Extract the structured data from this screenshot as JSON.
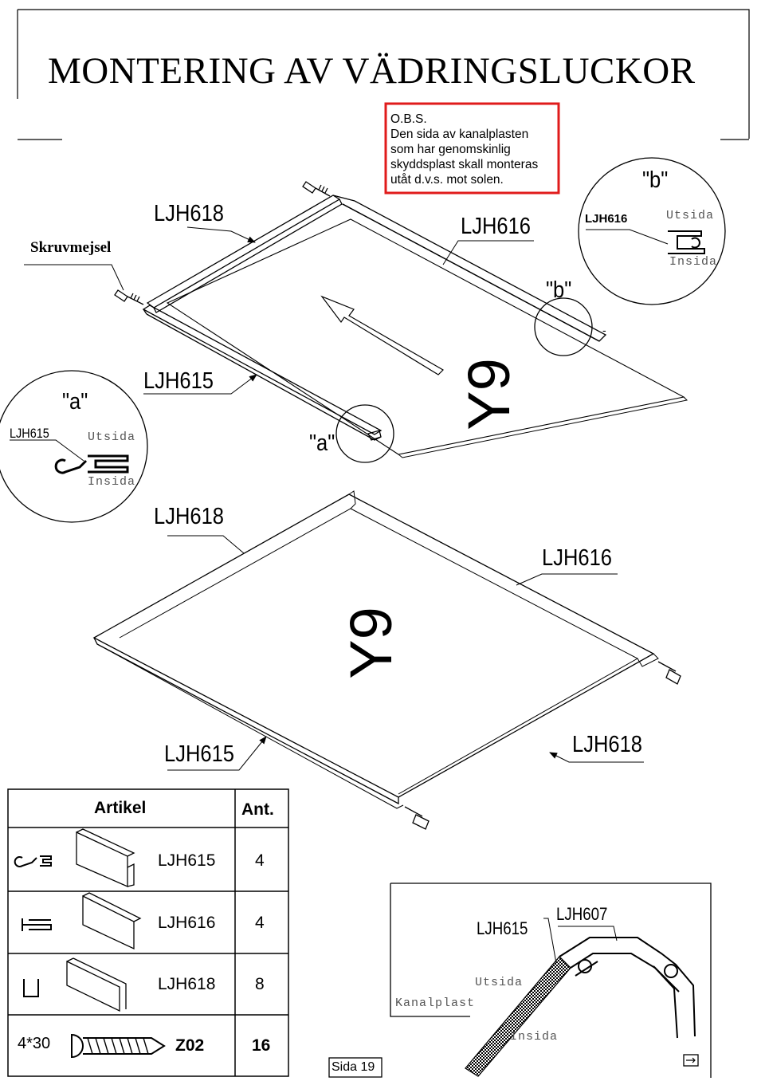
{
  "title": "MONTERING AV VÄDRINGSLUCKOR",
  "note": {
    "lines": [
      "O.B.S.",
      "Den sida av kanalplasten",
      "som har genomskinlig",
      "skyddsplast skall monteras",
      "utåt d.v.s. mot solen."
    ],
    "border_color": "#e01b1b"
  },
  "labels": {
    "skruvmejsel": "Skruvmejsel",
    "top_ljh618": "LJH618",
    "top_ljh616": "LJH616",
    "top_ljh615": "LJH615",
    "top_y9": "Y9",
    "marker_a": "\"a\"",
    "marker_b": "\"b\"",
    "bottom_ljh618_left": "LJH618",
    "bottom_ljh616": "LJH616",
    "bottom_y9": "Y9",
    "bottom_ljh615": "LJH615",
    "bottom_ljh618_right": "LJH618",
    "dash": "-"
  },
  "detail_b": {
    "title": "\"b\"",
    "part": "LJH616",
    "outside": "Utsida",
    "inside": "Insida"
  },
  "detail_a": {
    "title": "\"a\"",
    "part": "LJH615",
    "outside": "Utsida",
    "inside": "Insida"
  },
  "parts_table": {
    "headers": [
      "Artikel",
      "Ant."
    ],
    "rows": [
      {
        "code": "LJH615",
        "qty": "4",
        "icon": "ljh615-profile-icon"
      },
      {
        "code": "LJH616",
        "qty": "4",
        "icon": "ljh616-profile-icon"
      },
      {
        "code": "LJH618",
        "qty": "8",
        "icon": "ljh618-profile-icon"
      },
      {
        "size": "4*30",
        "code": "Z02",
        "qty": "16",
        "icon": "screw-icon"
      }
    ]
  },
  "page_label": "Sida 19",
  "section_detail": {
    "part_a": "LJH615",
    "part_b": "LJH607",
    "outside": "Utsida",
    "inside": "Insida",
    "kanalplast": "Kanalplast"
  }
}
